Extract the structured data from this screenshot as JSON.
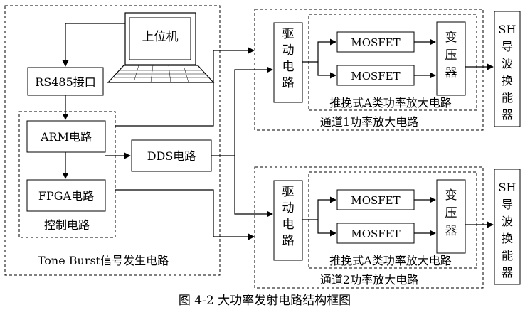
{
  "caption": "图 4-2  大功率发射电路结构框图",
  "generator": {
    "title": "Tone Burst信号发生电路",
    "host_pc": "上位机",
    "rs485": "RS485接口",
    "control": {
      "title": "控制电路",
      "arm": "ARM电路",
      "fpga": "FPGA电路"
    },
    "dds": "DDS电路"
  },
  "channels": [
    {
      "title": "通道1功率放大电路",
      "driver_chars": [
        "驱",
        "动",
        "电",
        "路"
      ],
      "pushpull_title": "推挽式A类功率放大电路",
      "mosfet_top": "MOSFET",
      "mosfet_bottom": "MOSFET",
      "transformer_chars": [
        "变",
        "压",
        "器"
      ],
      "transducer_chars": [
        "SH",
        "导",
        "波",
        "换",
        "能",
        "器"
      ]
    },
    {
      "title": "通道2功率放大电路",
      "driver_chars": [
        "驱",
        "动",
        "电",
        "路"
      ],
      "pushpull_title": "推挽式A类功率放大电路",
      "mosfet_top": "MOSFET",
      "mosfet_bottom": "MOSFET",
      "transformer_chars": [
        "变",
        "压",
        "器"
      ],
      "transducer_chars": [
        "SH",
        "导",
        "波",
        "换",
        "能",
        "器"
      ]
    }
  ]
}
